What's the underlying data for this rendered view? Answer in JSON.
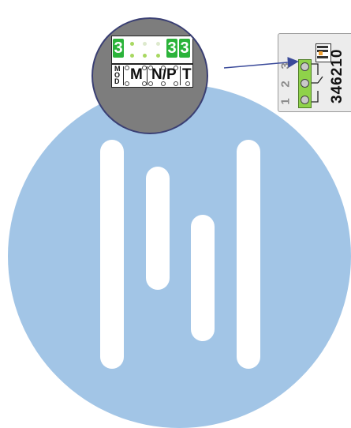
{
  "lens": {
    "left_digit": "3",
    "right_digits": [
      "3",
      "3"
    ],
    "labels": {
      "mod": [
        "M",
        "O",
        "D"
      ],
      "m": "M",
      "np": "N/P",
      "t": "T"
    }
  },
  "device": {
    "model": "346210",
    "pins": [
      "1",
      "2",
      "3"
    ]
  },
  "colors": {
    "circle": "#a2c5e6",
    "lens": "#7d7d7d",
    "digit_bg": "#2bb33a",
    "terminal": "#8fd24a",
    "arrow": "#3a4a9a"
  }
}
